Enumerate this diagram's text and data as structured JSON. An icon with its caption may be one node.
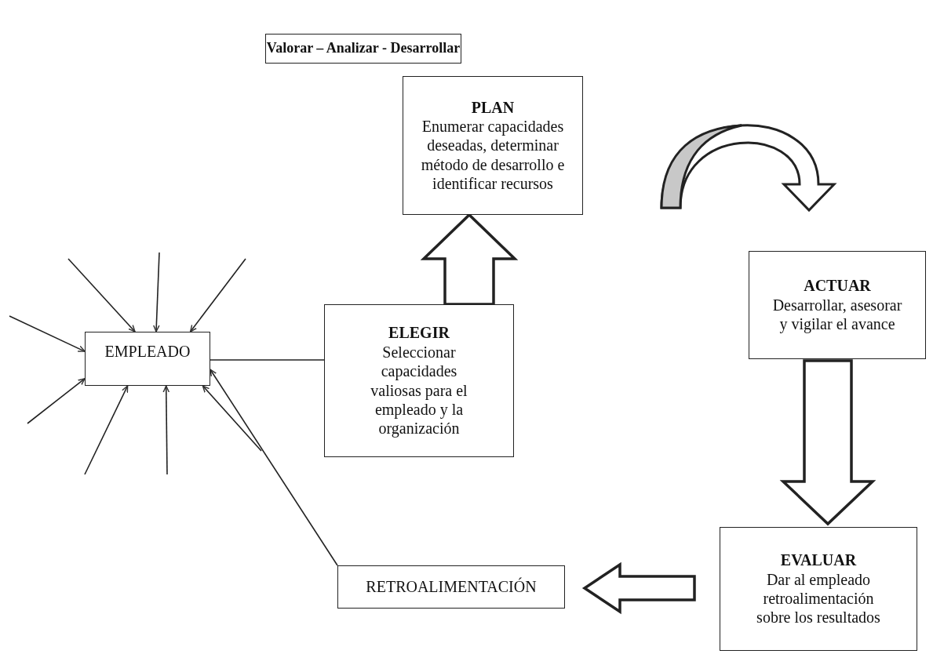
{
  "diagram": {
    "nodes": [
      {
        "text": [
          "Valorar – Analizar - Desarrollar"
        ]
      },
      {
        "text": [
          "PLAN",
          "Enumerar capacidades deseadas, determinar método de desarrollo e identificar recursos"
        ]
      },
      {
        "text": [
          "EMPLEADO"
        ]
      },
      {
        "text": [
          "ELEGIR",
          "Seleccionar capacidades valiosas para el empleado y la organización"
        ]
      },
      {
        "text": [
          "ACTUAR",
          "Desarrollar, asesorar y vigilar el avance"
        ]
      },
      {
        "text": [
          "EVALUAR",
          "Dar al empleado retroalimentación sobre los resultados"
        ]
      },
      {
        "text": [
          "RETROALIMENTACIÓN"
        ]
      }
    ],
    "edges": [
      {
        "from": 3,
        "to": 1,
        "arrow": "to",
        "style": "thick"
      },
      {
        "from": 1,
        "to": 4,
        "arrow": "to",
        "style": "thick"
      },
      {
        "from": 4,
        "to": 5,
        "arrow": "to",
        "style": "thick"
      },
      {
        "from": 5,
        "to": 6,
        "arrow": "to",
        "style": "thick"
      },
      {
        "from": 6,
        "to": 2,
        "arrow": "to"
      },
      {
        "from": 2,
        "to": 3,
        "arrow": "none"
      },
      {
        "from": null,
        "to": 2,
        "arrow": "to"
      },
      {
        "from": null,
        "to": 2,
        "arrow": "to"
      },
      {
        "from": null,
        "to": 2,
        "arrow": "to"
      },
      {
        "from": null,
        "to": 2,
        "arrow": "to"
      },
      {
        "from": null,
        "to": 2,
        "arrow": "to"
      },
      {
        "from": null,
        "to": 2,
        "arrow": "to"
      },
      {
        "from": null,
        "to": 2,
        "arrow": "to"
      },
      {
        "from": null,
        "to": 2,
        "arrow": "to"
      }
    ]
  }
}
